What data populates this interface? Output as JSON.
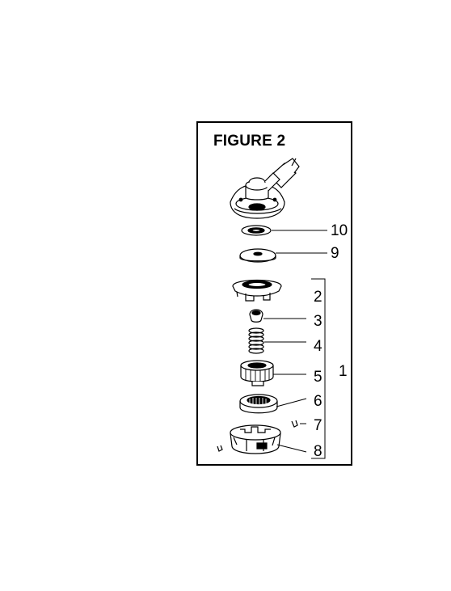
{
  "figure": {
    "title": "FIGURE 2"
  },
  "callouts": {
    "c10": "10",
    "c9": "9",
    "c2": "2",
    "c3": "3",
    "c4": "4",
    "c5": "5",
    "c6": "6",
    "c7": "7",
    "c8": "8",
    "c1": "1"
  },
  "parts": [
    {
      "id": "gearhead",
      "icon": "gearhead-assembly"
    },
    {
      "id": "10",
      "icon": "bearing-washer"
    },
    {
      "id": "9",
      "icon": "retainer-plate"
    },
    {
      "id": "2",
      "icon": "hub-cover"
    },
    {
      "id": "3",
      "icon": "eyelet"
    },
    {
      "id": "4",
      "icon": "spring"
    },
    {
      "id": "5",
      "icon": "spool"
    },
    {
      "id": "6",
      "icon": "bump-knob-ring"
    },
    {
      "id": "7",
      "icon": "clip"
    },
    {
      "id": "8",
      "icon": "trimmer-head-housing"
    }
  ]
}
